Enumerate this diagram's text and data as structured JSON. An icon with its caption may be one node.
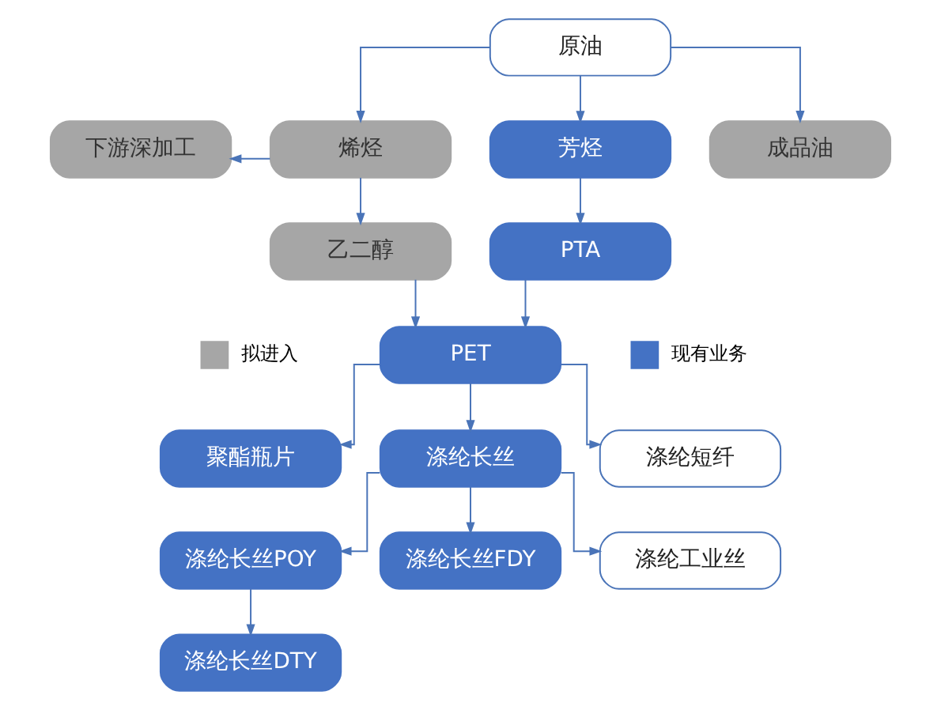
{
  "diagram": {
    "nodes": [
      {
        "text": [
          "原油"
        ]
      },
      {
        "text": [
          "下游深加工"
        ]
      },
      {
        "text": [
          "烯烃"
        ]
      },
      {
        "text": [
          "芳烃"
        ]
      },
      {
        "text": [
          "成品油"
        ]
      },
      {
        "text": [
          "乙二醇"
        ]
      },
      {
        "text": [
          "PTA"
        ]
      },
      {
        "text": [
          "PET"
        ]
      },
      {
        "text": [
          "聚酯瓶片"
        ]
      },
      {
        "text": [
          "涤纶长丝"
        ]
      },
      {
        "text": [
          "涤纶短纤"
        ]
      },
      {
        "text": [
          "涤纶长丝POY"
        ]
      },
      {
        "text": [
          "涤纶长丝FDY"
        ]
      },
      {
        "text": [
          "涤纶工业丝"
        ]
      },
      {
        "text": [
          "涤纶长丝DTY"
        ]
      }
    ],
    "edges": [
      {
        "from": 0,
        "to": 2,
        "arrow": "to"
      },
      {
        "from": 0,
        "to": 3,
        "arrow": "to"
      },
      {
        "from": 0,
        "to": 4,
        "arrow": "to"
      },
      {
        "from": 2,
        "to": 1,
        "arrow": "to"
      },
      {
        "from": 2,
        "to": 5,
        "arrow": "to"
      },
      {
        "from": 3,
        "to": 6,
        "arrow": "to"
      },
      {
        "from": 5,
        "to": 7,
        "arrow": "to"
      },
      {
        "from": 6,
        "to": 7,
        "arrow": "to"
      },
      {
        "from": 7,
        "to": 8,
        "arrow": "to"
      },
      {
        "from": 7,
        "to": 9,
        "arrow": "to"
      },
      {
        "from": 7,
        "to": 10,
        "arrow": "to"
      },
      {
        "from": 9,
        "to": 11,
        "arrow": "to"
      },
      {
        "from": 9,
        "to": 12,
        "arrow": "to"
      },
      {
        "from": 9,
        "to": 13,
        "arrow": "to"
      },
      {
        "from": 11,
        "to": 14,
        "arrow": "to"
      }
    ],
    "legend": [
      {
        "text": "拟进入",
        "color": "#a6a6a6"
      },
      {
        "text": "现有业务",
        "color": "#4472c4"
      }
    ]
  }
}
